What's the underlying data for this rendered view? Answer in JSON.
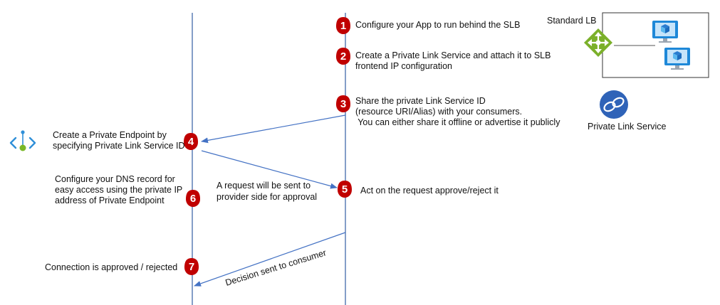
{
  "consumer_steps": [
    {
      "number": "4",
      "lines": [
        "Create a Private Endpoint by",
        "specifying Private Link Service ID"
      ]
    },
    {
      "number": "6",
      "lines": [
        "Configure your DNS record for",
        "easy access  using the private IP",
        "address of Private Endpoint"
      ]
    },
    {
      "number": "7",
      "lines": [
        "Connection is approved / rejected"
      ]
    }
  ],
  "provider_steps": [
    {
      "number": "1",
      "lines": [
        "Configure your App to run behind the SLB"
      ]
    },
    {
      "number": "2",
      "lines": [
        "Create a Private Link Service and attach it to SLB",
        "frontend IP configuration"
      ]
    },
    {
      "number": "3",
      "lines": [
        "Share the private Link Service ID",
        "(resource URI/Alias) with your consumers.",
        " You can either share it offline or advertise it publicly"
      ]
    },
    {
      "number": "5",
      "lines": [
        "Act on the request approve/reject it"
      ]
    }
  ],
  "messages": {
    "request": [
      "A request will be sent to",
      "provider side for approval"
    ],
    "decision": "Decision sent to consumer"
  },
  "labels": {
    "standard_lb": "Standard LB",
    "private_link_service": "Private Link Service"
  },
  "colors": {
    "lifeline": "#5b7fb5",
    "arrow": "#4472c4",
    "badge": "#c00000",
    "lb_green": "#7bb02a",
    "monitor_blue": "#1e88d8",
    "cube_blue": "#5bb8ef",
    "pls_blue": "#2f63b8",
    "endpoint_green": "#7ab829",
    "endpoint_blue": "#2f8fd8"
  },
  "icons": [
    "load-balancer-icon",
    "virtual-machine-icon",
    "private-link-service-icon",
    "private-endpoint-icon"
  ]
}
